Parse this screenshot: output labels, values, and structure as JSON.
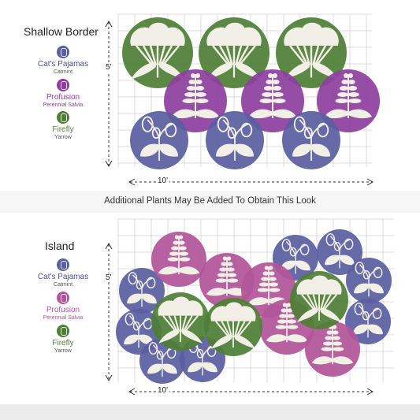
{
  "colors": {
    "catmint": "#5a5fa0",
    "salvia_top": "#8e3f9e",
    "salvia_bottom": "#b3559a",
    "yarrow": "#4f7f36",
    "grid": "#d0d0d0",
    "illustration": "#f1efe6"
  },
  "top": {
    "title": "Shallow Border",
    "width_label": "10'",
    "height_label": "5'"
  },
  "bottom": {
    "title": "Island",
    "width_label": "10'",
    "height_label": "5'"
  },
  "legend": [
    {
      "name": "Cat's Pajamas",
      "sub": "Catmint",
      "icon": "catmint-icon"
    },
    {
      "name": "Profusion",
      "sub": "Perennial Salvia",
      "icon": "salvia-icon"
    },
    {
      "name": "Firefly",
      "sub": "Yarrow",
      "icon": "yarrow-icon"
    }
  ],
  "note": "Additional Plants May Be Added To Obtain This Look"
}
